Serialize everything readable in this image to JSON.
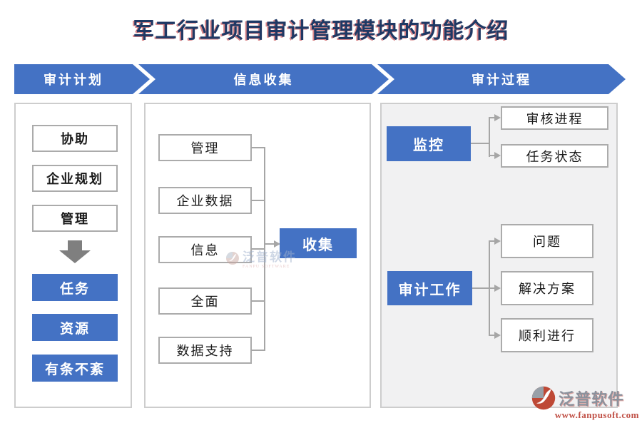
{
  "title": "军工行业项目审计管理模块的功能介绍",
  "banners": {
    "plan": "审计计划",
    "collect": "信息收集",
    "process": "审计过程"
  },
  "plan_column": {
    "inputs": [
      "协助",
      "企业规划",
      "管理"
    ],
    "outputs": [
      "任务",
      "资源",
      "有条不紊"
    ]
  },
  "collect_column": {
    "sources": [
      "管理",
      "企业数据",
      "信息",
      "全面",
      "数据支持"
    ],
    "target": "收集"
  },
  "process_column": {
    "monitor": {
      "label": "监控",
      "targets": [
        "审核进程",
        "任务状态"
      ]
    },
    "audit_work": {
      "label": "审计工作",
      "targets": [
        "问题",
        "解决方案",
        "顺利进行"
      ]
    }
  },
  "watermark": {
    "brand": "泛普软件",
    "brand_en": "FANPU SOFTWARE",
    "url": "www.fanpusoft.com"
  },
  "colors": {
    "accent_blue": "#4472C4",
    "title_navy": "#1F3864",
    "title_shadow_red": "#BB2026",
    "connector_gray": "#A6A6A6",
    "box_border_gray": "#ABABAB",
    "panel_border_gray": "#CDCDCD",
    "panel_bg_gray": "#F1F1F2",
    "flow_arrow_gray": "#7F7F7F",
    "url_red": "#C05046"
  }
}
